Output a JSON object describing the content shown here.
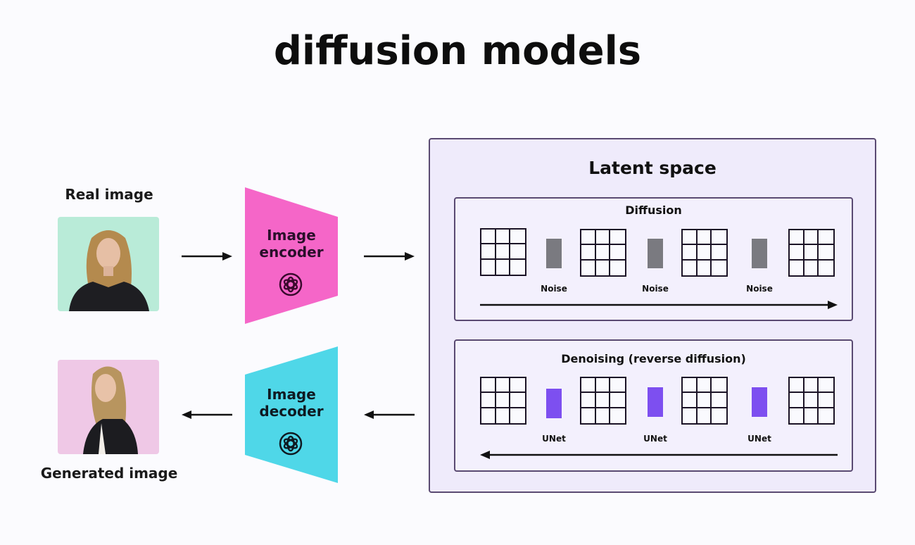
{
  "title": "diffusion models",
  "real_image": {
    "label": "Real image",
    "background_color": "#b9ebd8"
  },
  "generated_image": {
    "label": "Generated image",
    "background_color": "#efc8e6"
  },
  "encoder": {
    "line1": "Image",
    "line2": "encoder",
    "color": "#f566c8",
    "icon": "flower-logo-icon"
  },
  "decoder": {
    "line1": "Image",
    "line2": "decoder",
    "color": "#4fd7e8",
    "icon": "flower-logo-icon"
  },
  "latent_space": {
    "title": "Latent space",
    "diffusion": {
      "title": "Diffusion",
      "step_label": "Noise",
      "steps": [
        "Noise",
        "Noise",
        "Noise"
      ],
      "step_color": "#7a7a80",
      "direction": "left-to-right"
    },
    "denoising": {
      "title": "Denoising (reverse diffusion)",
      "step_label": "UNet",
      "steps": [
        "UNet",
        "UNet",
        "UNet"
      ],
      "step_color": "#7d4ff0",
      "direction": "right-to-left"
    }
  },
  "flow_arrows": [
    {
      "from": "real-image",
      "to": "image-encoder",
      "direction": "right"
    },
    {
      "from": "image-encoder",
      "to": "latent-space",
      "direction": "right"
    },
    {
      "from": "latent-space",
      "to": "image-decoder",
      "direction": "left"
    },
    {
      "from": "image-decoder",
      "to": "generated-image",
      "direction": "left"
    }
  ]
}
